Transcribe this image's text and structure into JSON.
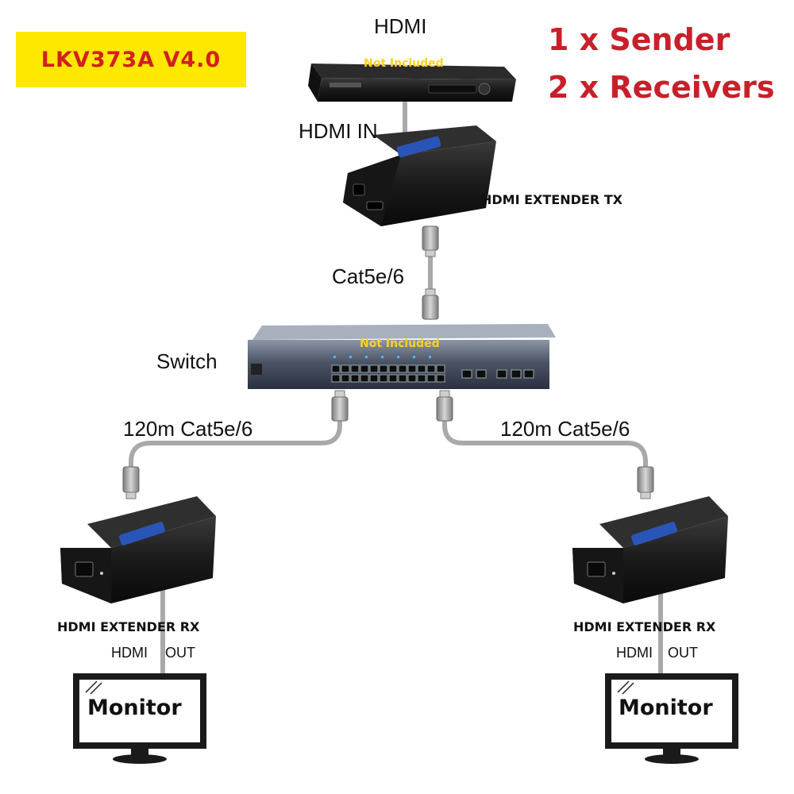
{
  "model": "LKV373A V4.0",
  "headline": {
    "line1": "1 x Sender",
    "line2": "2 x Receivers"
  },
  "source": {
    "label": "HDMI",
    "note": "Not Included"
  },
  "sender": {
    "input_label": "HDMI IN",
    "name": "HDMI EXTENDER TX"
  },
  "uplink_cable": "Cat5e/6",
  "switch": {
    "label": "Switch",
    "note": "Not Included"
  },
  "receivers": [
    {
      "cable": "120m Cat5e/6",
      "name": "HDMI EXTENDER RX",
      "out_a": "HDMI",
      "out_b": "OUT",
      "display": "Monitor"
    },
    {
      "cable": "120m Cat5e/6",
      "name": "HDMI EXTENDER RX",
      "out_a": "HDMI",
      "out_b": "OUT",
      "display": "Monitor"
    }
  ],
  "colors": {
    "badge_bg": "#ffe800",
    "badge_text": "#d21f1f",
    "headline": "#c8202a",
    "note": "#ffd21f",
    "device": "#1c1c1c",
    "cable": "#a9a9a9"
  }
}
